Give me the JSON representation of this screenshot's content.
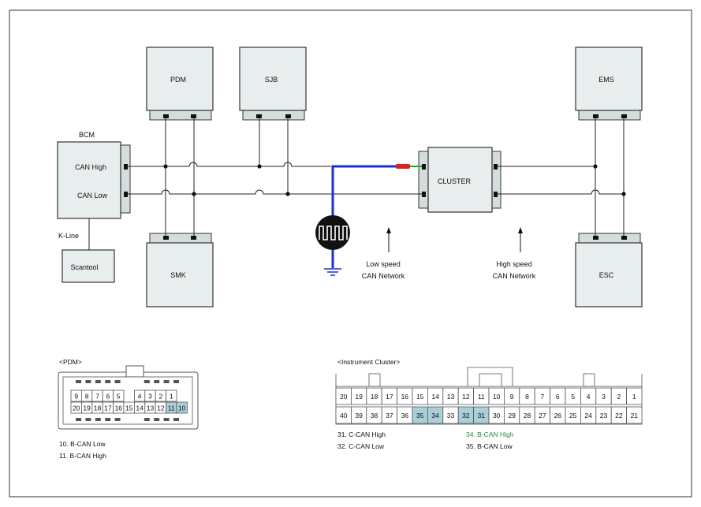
{
  "modules": {
    "pdm": "PDM",
    "sjb": "SJB",
    "ems": "EMS",
    "bcm": "BCM",
    "bcm_can_high": "CAN High",
    "bcm_can_low": "CAN Low",
    "cluster": "CLUSTER",
    "smk": "SMK",
    "esc": "ESC",
    "scantool": "Scantool",
    "kline": "K-Line"
  },
  "networks": {
    "low_speed_1": "Low speed",
    "low_speed_2": "CAN Network",
    "high_speed_1": "High speed",
    "high_speed_2": "CAN Network"
  },
  "pdm_connector": {
    "title": "<PDM>",
    "row1": [
      "9",
      "8",
      "7",
      "6",
      "5",
      "",
      "4",
      "3",
      "2",
      "1"
    ],
    "row2": [
      "20",
      "19",
      "18",
      "17",
      "16",
      "15",
      "14",
      "13",
      "12",
      "11",
      "10"
    ],
    "highlighted": [
      "11",
      "10"
    ],
    "legend": [
      "10. B-CAN Low",
      "11. B-CAN High"
    ]
  },
  "cluster_connector": {
    "title": "<Instrument Cluster>",
    "row1": [
      "20",
      "19",
      "18",
      "17",
      "16",
      "15",
      "14",
      "13",
      "12",
      "11",
      "10",
      "9",
      "8",
      "7",
      "6",
      "5",
      "4",
      "3",
      "2",
      "1"
    ],
    "row2": [
      "40",
      "39",
      "38",
      "37",
      "36",
      "35",
      "34",
      "33",
      "32",
      "31",
      "30",
      "29",
      "28",
      "27",
      "26",
      "25",
      "24",
      "23",
      "22",
      "21"
    ],
    "highlighted": [
      "35",
      "34",
      "32",
      "31"
    ],
    "legend_left": [
      "31. C-CAN High",
      "32. C-CAN Low"
    ],
    "legend_right": [
      "34. B-CAN High",
      "35. B-CAN Low"
    ],
    "legend_highlight_color": "#2e8b3a"
  },
  "colors": {
    "probe_wire": "#1a2fd6",
    "probe_tip": "#e02020",
    "probe_pin": "#2aa02a",
    "highlight_cell": "#a9cfd9"
  }
}
